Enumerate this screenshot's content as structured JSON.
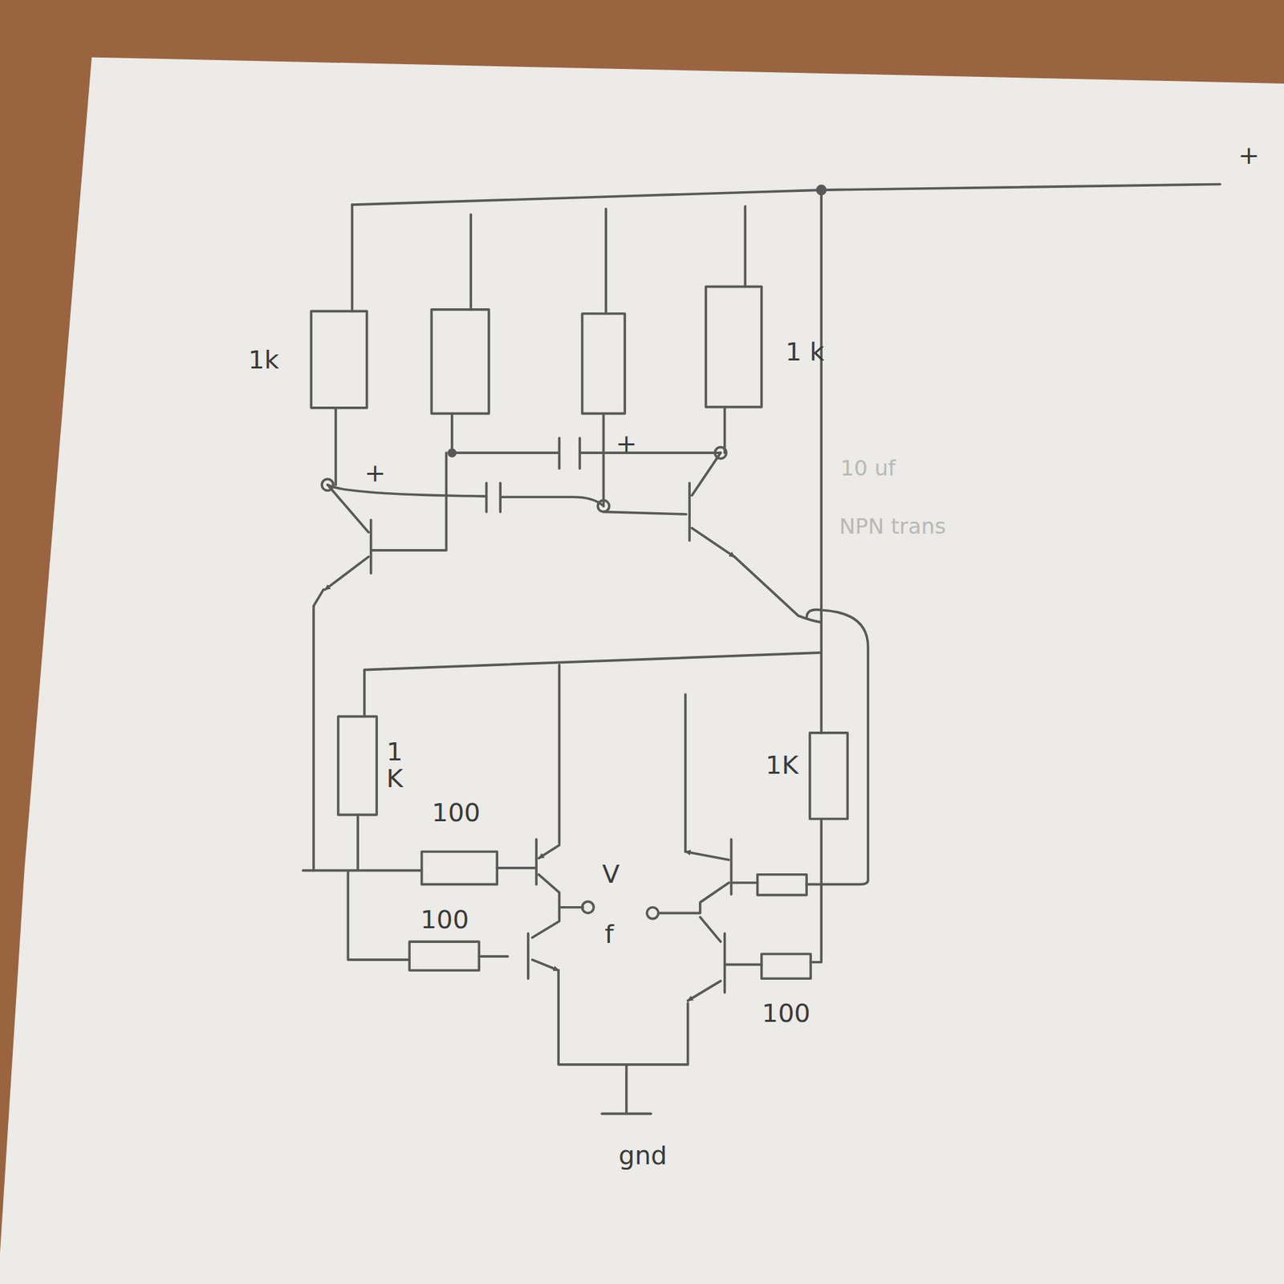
{
  "diagram": {
    "labels": [
      "+",
      "1k",
      "1 k",
      "+",
      "+",
      "10 uf",
      "NPN trans",
      "1 K",
      "1K",
      "100",
      "100",
      "100",
      "V",
      "f",
      "gnd"
    ]
  }
}
